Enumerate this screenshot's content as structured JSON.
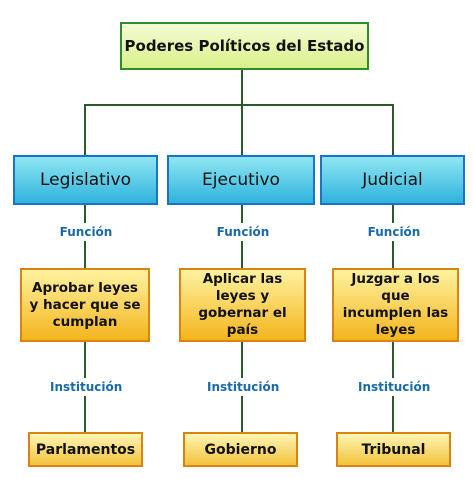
{
  "title": "Poderes Políticos del Estado",
  "branches": [
    {
      "name": "Legislativo",
      "function_label": "Función",
      "function_text": "Aprobar leyes y hacer que se cumplan",
      "institution_label": "Institución",
      "institution": "Parlamentos"
    },
    {
      "name": "Ejecutivo",
      "function_label": "Función",
      "function_text": "Aplicar las leyes y gobernar el país",
      "institution_label": "Institución",
      "institution": "Gobierno"
    },
    {
      "name": "Judicial",
      "function_label": "Función",
      "function_text": "Juzgar a los que incumplen las leyes",
      "institution_label": "Institución",
      "institution": "Tribunal"
    }
  ]
}
